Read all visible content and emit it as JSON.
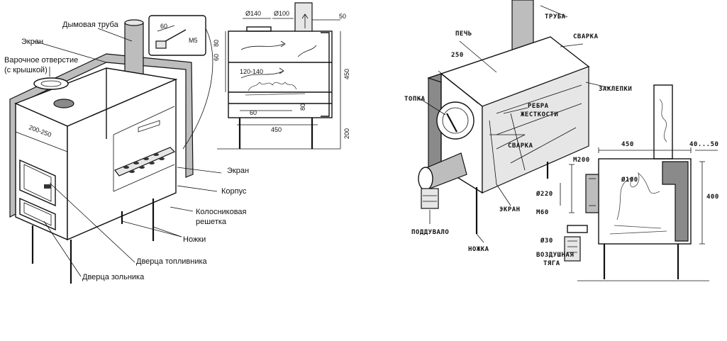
{
  "left_diagram": {
    "labels": {
      "chimney": "Дымовая труба",
      "screen_top": "Экран",
      "cooking_hole_1": "Варочное отверстие",
      "cooking_hole_2": "(с крышкой)",
      "screen_side": "Экран",
      "body": "Корпус",
      "grate_1": "Колосниковая",
      "grate_2": "решетка",
      "legs": "Ножки",
      "fuel_door": "Дверца топливника",
      "ash_door": "Дверца зольника"
    },
    "dims": {
      "width": "200-250"
    },
    "bolt": {
      "length": "60",
      "thread": "M5"
    }
  },
  "middle_drawing": {
    "dims": {
      "d140": "Ø140",
      "d100": "Ø100",
      "top_50": "50",
      "v80_top": "80",
      "v60": "60",
      "h120_140": "120-140",
      "h450": "450",
      "v80_mid": "80",
      "w60": "60",
      "w450": "450",
      "h200": "200"
    }
  },
  "right_diagram": {
    "labels": {
      "pipe": "ТРУБА",
      "weld_top": "СВАРКА",
      "stove": "ПЕЧЬ",
      "rivets": "ЗАКЛЕПКИ",
      "firebox": "ТОПКА",
      "ribs_1": "РЕБРА",
      "ribs_2": "ЖЕСТКОСТИ",
      "weld_side": "СВАРКА",
      "screen": "ЭКРАН",
      "blower": "ПОДДУВАЛО",
      "leg": "НОЖКА"
    },
    "dims": {
      "w250": "250"
    }
  },
  "right_drawing": {
    "labels": {
      "air_1": "ВОЗДУШНАЯ",
      "air_2": "ТЯГА"
    },
    "dims": {
      "w450": "450",
      "w40_50": "40...50",
      "m200": "M200",
      "d100": "Ø100",
      "d220": "Ø220",
      "m60": "M60",
      "d30": "Ø30",
      "h400": "400"
    }
  }
}
